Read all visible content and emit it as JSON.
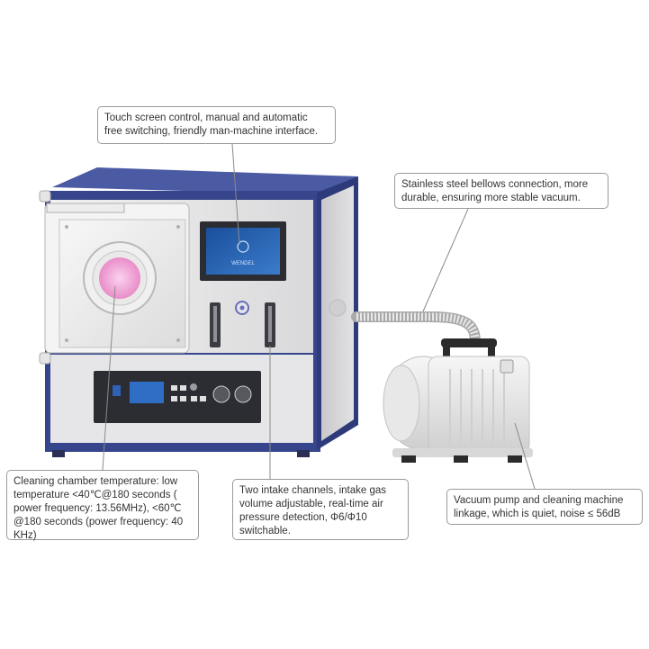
{
  "callouts": {
    "touch_screen": {
      "lines": [
        "Touch screen control, manual and automatic",
        "free switching, friendly man-machine interface."
      ]
    },
    "bellows": {
      "lines": [
        "Stainless steel bellows connection, more",
        "durable, ensuring more stable vacuum."
      ]
    },
    "chamber_temp": {
      "lines": [
        "Cleaning chamber temperature: low",
        "temperature <40℃@180 seconds (",
        "power frequency: 13.56MHz), <60℃",
        "@180 seconds (power frequency: 40",
        "KHz)"
      ]
    },
    "intake": {
      "lines": [
        "Two intake channels, intake gas",
        "volume adjustable, real-time air",
        "pressure detection, Φ6/Φ10",
        "switchable."
      ]
    },
    "vacuum_pump": {
      "lines": [
        "Vacuum pump and cleaning machine",
        "linkage, which is quiet, noise ≤ 56dB"
      ]
    }
  },
  "screen_logo_text": "WENDEL",
  "colors": {
    "frame_blue": "#36458c",
    "panel_light": "#e9e9ea",
    "panel_dark": "#2b2d33",
    "screen_blue": "#1e5aa8",
    "plasma_pink": "#f3a8d8",
    "pump_white": "#ededed"
  }
}
